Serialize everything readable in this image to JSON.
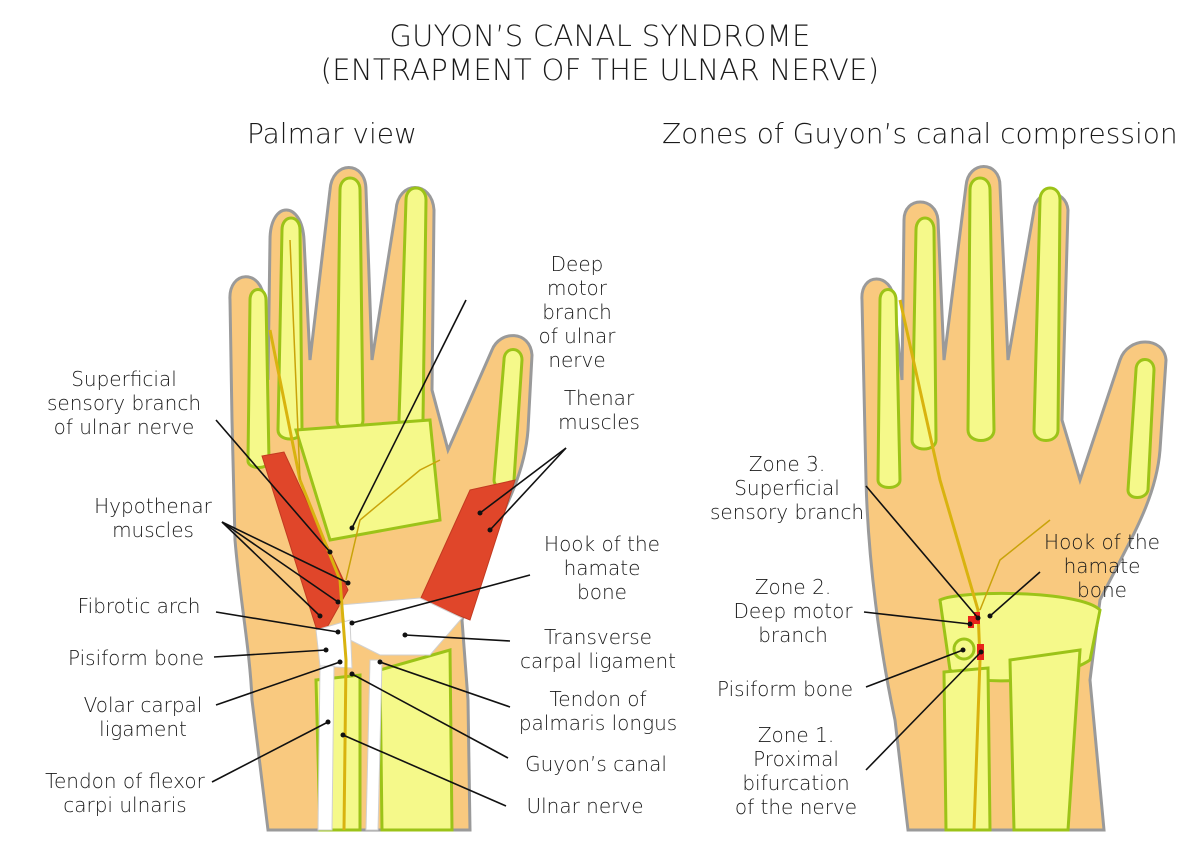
{
  "title": {
    "line1": "GUYON’S CANAL SYNDROME",
    "line2": "(ENTRAPMENT OF THE ULNAR NERVE)"
  },
  "panels": {
    "left": {
      "subtitle": "Palmar view",
      "labels": {
        "deep_motor": "Deep\nmotor branch\nof ulnar nerve",
        "superficial_sensory": "Superficial\nsensory branch\nof ulnar nerve",
        "thenar": "Thenar\nmuscles",
        "hypothenar": "Hypothenar\nmuscles",
        "hook_hamate": "Hook of the\nhamate\nbone",
        "fibrotic_arch": "Fibrotic arch",
        "transverse_lig": "Transverse\ncarpal ligament",
        "pisiform": "Pisiform bone",
        "tendon_palmaris": "Tendon of\npalmaris longus",
        "volar_lig": "Volar carpal\nligament",
        "guyons_canal": "Guyon’s canal",
        "tendon_fcu": "Tendon of flexor\ncarpi ulnaris",
        "ulnar_nerve": "Ulnar nerve"
      }
    },
    "right": {
      "subtitle": "Zones of Guyon’s canal compression",
      "labels": {
        "zone3": "Zone 3.\nSuperficial\nsensory branch",
        "hook_hamate": "Hook of the\nhamate\nbone",
        "zone2": "Zone 2.\nDeep motor\nbranch",
        "pisiform": "Pisiform bone",
        "zone1": "Zone 1.\nProximal\nbifurcation\nof the nerve"
      }
    }
  },
  "colors": {
    "skin": "#f9c97f",
    "bone": "#f5f98a",
    "bone_outline": "#9cc318",
    "nerve": "#d9b30f",
    "muscle": "#e0462a",
    "compression_zone": "#e8231b",
    "outline": "#9a9a9a"
  }
}
